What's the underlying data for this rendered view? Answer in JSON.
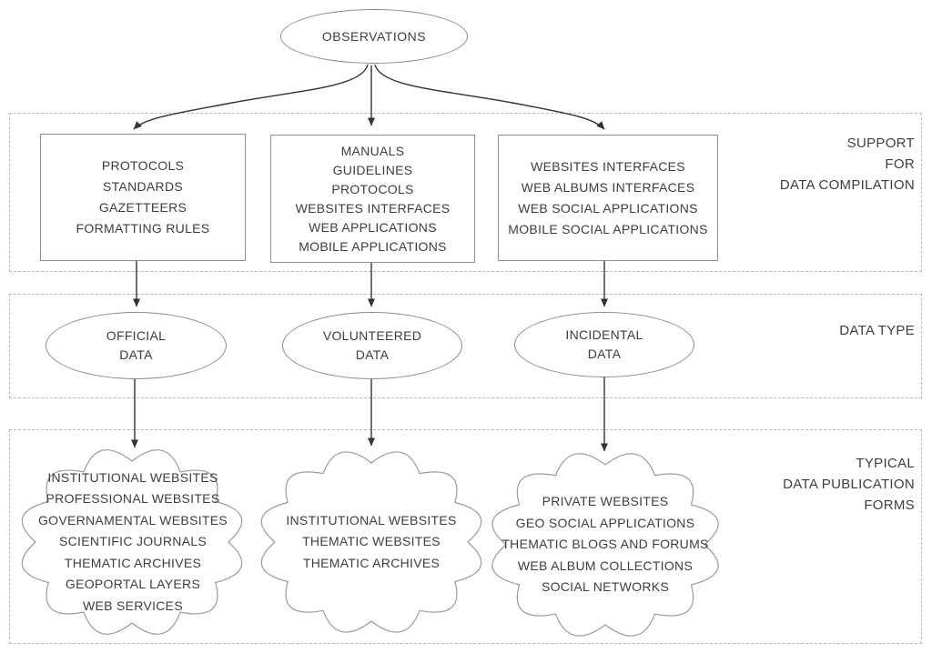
{
  "diagram": {
    "root": {
      "label": "OBSERVATIONS"
    },
    "sections": [
      {
        "name": "support-for-data-compilation",
        "label_lines": [
          "SUPPORT",
          "FOR",
          "DATA COMPILATION"
        ]
      },
      {
        "name": "data-type",
        "label_lines": [
          "DATA TYPE"
        ]
      },
      {
        "name": "typical-data-publication-forms",
        "label_lines": [
          "TYPICAL",
          "DATA PUBLICATION",
          "FORMS"
        ]
      }
    ],
    "support_boxes": [
      {
        "lines": [
          "PROTOCOLS",
          "STANDARDS",
          "GAZETTEERS",
          "FORMATTING RULES"
        ]
      },
      {
        "lines": [
          "MANUALS",
          "GUIDELINES",
          "PROTOCOLS",
          "WEBSITES INTERFACES",
          "WEB APPLICATIONS",
          "MOBILE APPLICATIONS"
        ]
      },
      {
        "lines": [
          "WEBSITES INTERFACES",
          "WEB ALBUMS INTERFACES",
          "WEB SOCIAL APPLICATIONS",
          "MOBILE SOCIAL APPLICATIONS"
        ]
      }
    ],
    "data_types": [
      {
        "lines": [
          "OFFICIAL",
          "DATA"
        ]
      },
      {
        "lines": [
          "VOLUNTEERED",
          "DATA"
        ]
      },
      {
        "lines": [
          "INCIDENTAL",
          "DATA"
        ]
      }
    ],
    "publication_forms": [
      {
        "lines": [
          "INSTITUTIONAL WEBSITES",
          "PROFESSIONAL WEBSITES",
          "GOVERNAMENTAL WEBSITES",
          "SCIENTIFIC JOURNALS",
          "THEMATIC ARCHIVES",
          "GEOPORTAL LAYERS",
          "WEB SERVICES"
        ]
      },
      {
        "lines": [
          "INSTITUTIONAL WEBSITES",
          "THEMATIC WEBSITES",
          "THEMATIC ARCHIVES"
        ]
      },
      {
        "lines": [
          "PRIVATE WEBSITES",
          "GEO SOCIAL APPLICATIONS",
          "THEMATIC BLOGS AND FORUMS",
          "WEB ALBUM COLLECTIONS",
          "SOCIAL NETWORKS"
        ]
      }
    ],
    "colors": {
      "background": "#ffffff",
      "text": "#3d3d3d",
      "solid_border": "#8f8f8f",
      "dashed_border": "#b8b8b8",
      "cloud_border": "#9a9a9a",
      "arrow": "#333333"
    }
  }
}
